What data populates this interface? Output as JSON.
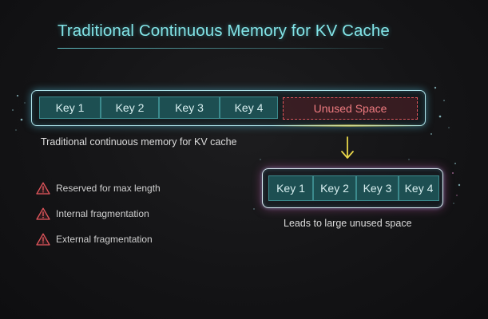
{
  "title": "Traditional Continuous Memory for KV Cache",
  "top_memory": {
    "keys": [
      "Key 1",
      "Key 2",
      "Key 3",
      "Key 4"
    ],
    "unused_label": "Unused Space",
    "caption": "Traditional continuous memory for KV cache"
  },
  "bottom_memory": {
    "keys": [
      "Key 1",
      "Key 2",
      "Key 3",
      "Key 4"
    ],
    "caption": "Leads to large unused space"
  },
  "issues": [
    {
      "icon": "warning-icon",
      "label": "Reserved for max length"
    },
    {
      "icon": "warning-icon",
      "label": "Internal fragmentation"
    },
    {
      "icon": "warning-icon",
      "label": "External fragmentation"
    }
  ],
  "colors": {
    "title": "#82e3e6",
    "key_fill": "#1d4f52",
    "unused_border": "#e2565c",
    "warning": "#e2565c",
    "arrow": "#e8d64a"
  }
}
